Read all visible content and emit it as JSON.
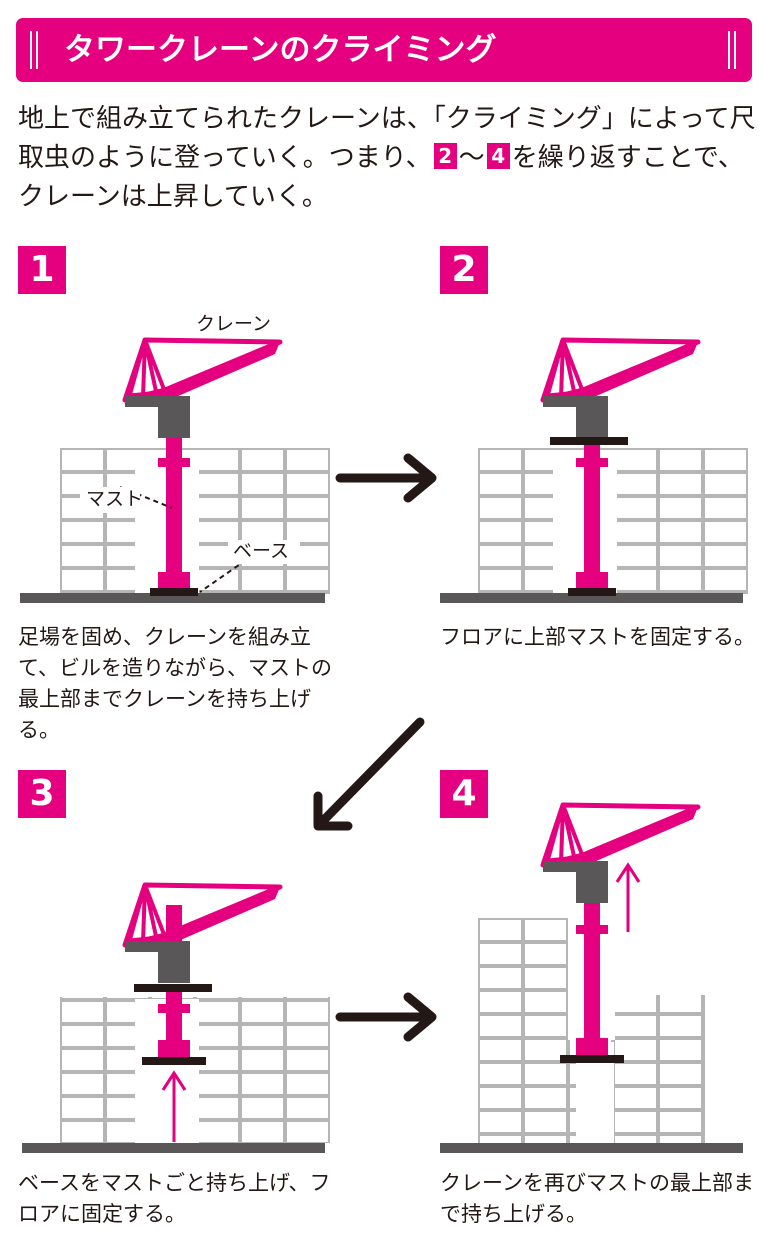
{
  "title": "タワークレーンのクライミング",
  "intro": {
    "part1": "地上で組み立てられたクレーンは、「クライミング」によって尺取虫のように登っていく。つまり、",
    "ref_a": "2",
    "tilde": "～",
    "ref_b": "4",
    "part2": "を繰り返すことで、クレーンは上昇していく。"
  },
  "labels": {
    "crane": "クレーン",
    "mast": "マスト",
    "base": "ベース"
  },
  "steps": [
    {
      "number": "1",
      "caption": "足場を固め、クレーンを組み立て、ビルを造りながら、マストの最上部までクレーンを持ち上げる。"
    },
    {
      "number": "2",
      "caption": "フロアに上部マストを固定する。"
    },
    {
      "number": "3",
      "caption": "ベースをマストごと持ち上げ、フロアに固定する。"
    },
    {
      "number": "4",
      "caption": "クレーンを再びマストの最上部まで持ち上げる。"
    }
  ],
  "colors": {
    "accent": "#e4007f",
    "dark": "#231815",
    "machine": "#595757",
    "building": "#b5b5b6"
  }
}
